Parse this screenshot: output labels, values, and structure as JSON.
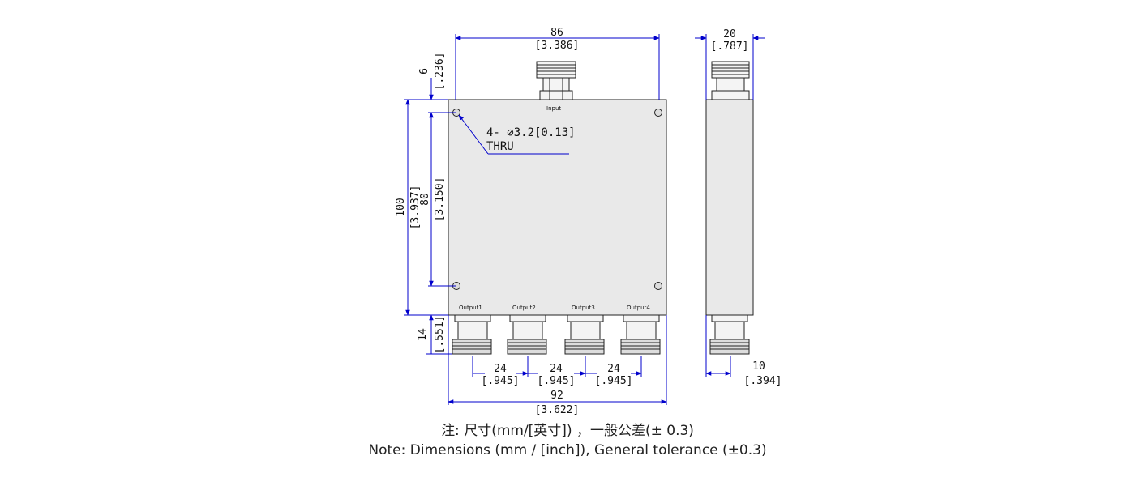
{
  "colors": {
    "line": "#0000cc",
    "body": "#e9e9e9",
    "outline": "#222222",
    "text": "#111111"
  },
  "labels": {
    "input": "Input",
    "outputs": [
      "Output1",
      "Output2",
      "Output3",
      "Output4"
    ]
  },
  "dimensions": {
    "width_top": {
      "mm": "86",
      "inch": "[3.386]"
    },
    "depth": {
      "mm": "20",
      "inch": "[.787]"
    },
    "top_connector": {
      "mm": "6",
      "inch": "[.236]"
    },
    "height_total": {
      "mm": "100",
      "inch": "[3.937]"
    },
    "hole_spacing": {
      "mm": "80",
      "inch": "[3.150]"
    },
    "bottom_connector": {
      "mm": "14",
      "inch": "[.551]"
    },
    "pitch": {
      "mm": "24",
      "inch": "[.945]"
    },
    "width_bottom": {
      "mm": "92",
      "inch": "[3.622]"
    },
    "side_offset": {
      "mm": "10",
      "inch": "[.394]"
    },
    "holes": {
      "line1": "4- ⌀3.2[0.13]",
      "line2": "THRU"
    }
  },
  "notes": {
    "chinese": "注: 尺寸(mm/[英寸]) ，一般公差(± 0.3)",
    "english": "Note: Dimensions (mm / [inch]), General tolerance (±0.3)"
  }
}
